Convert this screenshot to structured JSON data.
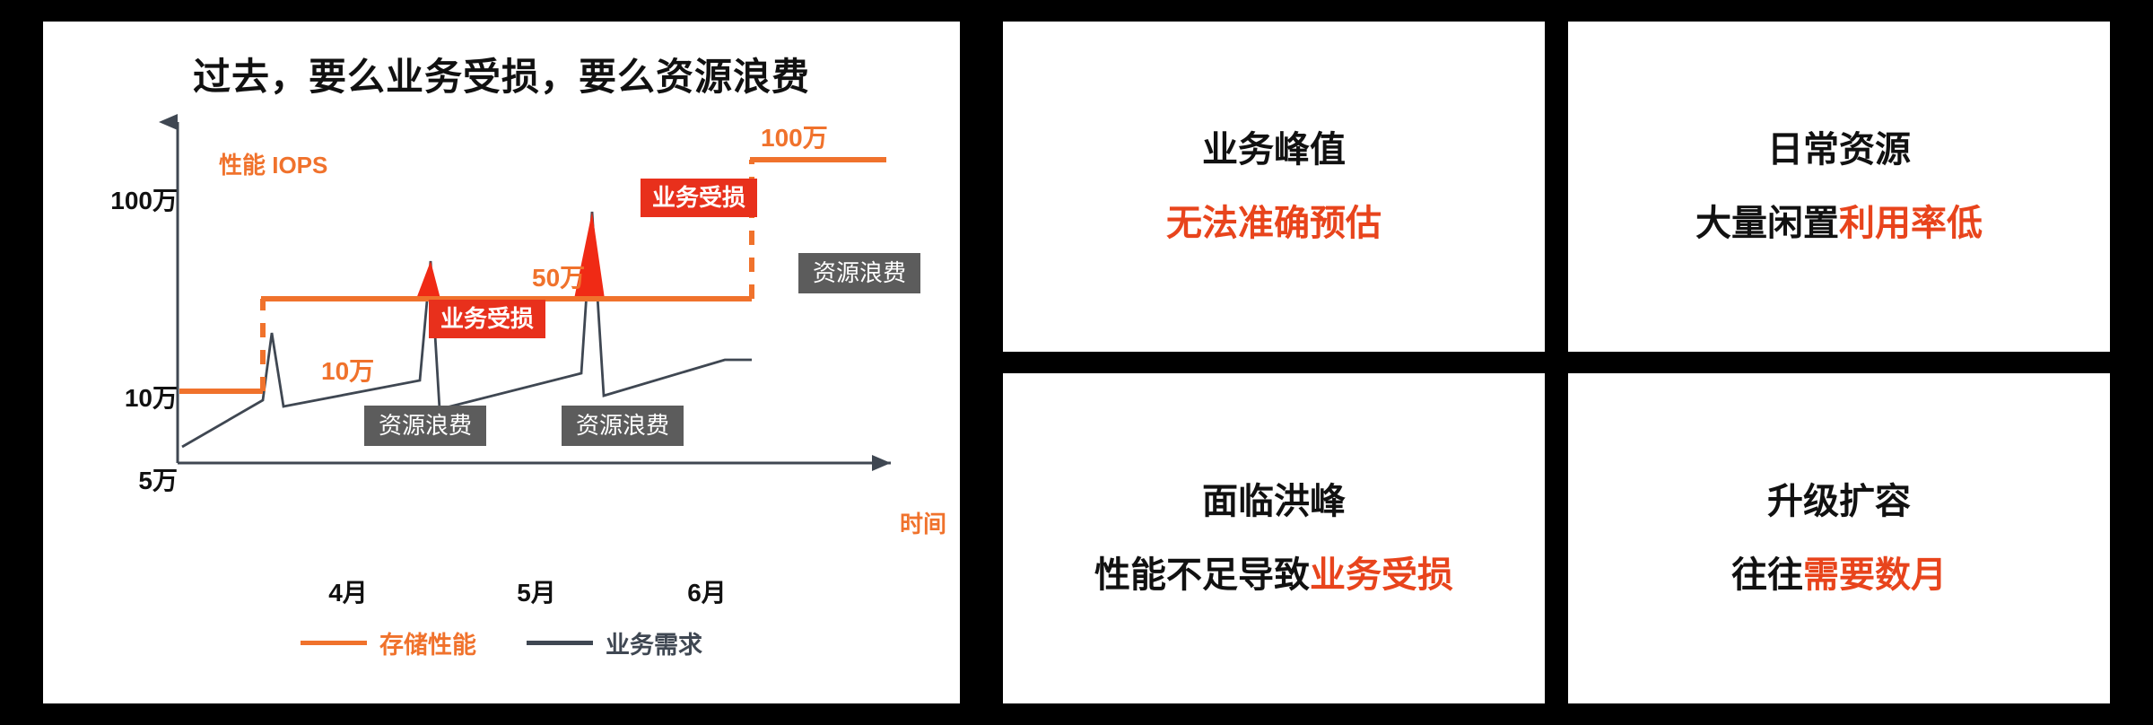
{
  "chart_panel": {
    "title": "过去，要么业务受损，要么资源浪费",
    "axis": {
      "y_label": "性能 IOPS",
      "x_label": "时间",
      "y_ticks": [
        "100万",
        "10万",
        "5万"
      ],
      "x_ticks": [
        "4月",
        "5月",
        "6月"
      ]
    },
    "value_labels": {
      "step1": "10万",
      "step2": "50万",
      "step3": "100万"
    },
    "annotations": {
      "loss1": "业务受损",
      "loss2": "业务受损",
      "waste1": "资源浪费",
      "waste2": "资源浪费",
      "waste3": "资源浪费"
    },
    "legend": {
      "series1": "存储性能",
      "series2": "业务需求"
    }
  },
  "cards": [
    {
      "title": "业务峰值",
      "body_plain": "",
      "body_highlight": "无法准确预估"
    },
    {
      "title": "日常资源",
      "body_plain": "大量闲置",
      "body_highlight": "利用率低"
    },
    {
      "title": "面临洪峰",
      "body_plain": "性能不足导致",
      "body_highlight": "业务受损"
    },
    {
      "title": "升级扩容",
      "body_plain": "往往",
      "body_highlight": "需要数月"
    }
  ],
  "colors": {
    "background": "#000000",
    "panel": "#FFFFFF",
    "orange": "#F0722C",
    "red": "#E8301C",
    "gray_badge": "#5C5C5C",
    "demand_line": "#3F4752"
  },
  "chart_data": {
    "type": "line",
    "title": "过去，要么业务受损，要么资源浪费",
    "xlabel": "时间",
    "ylabel": "性能 IOPS",
    "ytick_labels": [
      "5万",
      "10万",
      "100万"
    ],
    "ytick_values": [
      50000,
      100000,
      1000000
    ],
    "xtick_labels": [
      "4月",
      "5月",
      "6月"
    ],
    "grid": false,
    "legend_position": "bottom",
    "series": [
      {
        "name": "存储性能",
        "style": "step",
        "color": "#F0722C",
        "steps": [
          {
            "label": "5万",
            "value": 50000,
            "from_x": 0.02,
            "to_x": 0.14
          },
          {
            "label": "10万",
            "value": 100000,
            "from_x": 0.14,
            "to_x": 0.83
          },
          {
            "label": "100万",
            "value": 1000000,
            "from_x": 0.83,
            "to_x": 1.0
          }
        ]
      },
      {
        "name": "业务需求",
        "style": "sawtooth",
        "color": "#3F4752",
        "peaks": [
          {
            "x": 0.2,
            "value": 75000,
            "exceeds_capacity": false
          },
          {
            "x": 0.5,
            "value": 500000,
            "label": "50万",
            "exceeds_capacity": true
          },
          {
            "x": 0.76,
            "value": 1000000,
            "label": "100万",
            "exceeds_capacity": true
          }
        ]
      }
    ],
    "shaded_regions": [
      {
        "name": "业务受损",
        "color": "#E8301C",
        "meaning": "demand above storage capacity",
        "count": 2
      },
      {
        "name": "资源浪费",
        "color": "#5C5C5C",
        "meaning": "storage capacity above demand",
        "count": 3
      }
    ]
  }
}
